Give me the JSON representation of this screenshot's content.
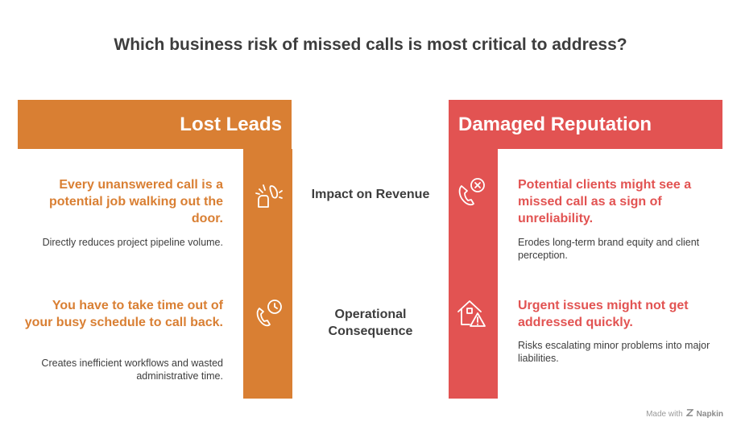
{
  "title": "Which business risk of missed calls is most critical to address?",
  "columns": {
    "left": {
      "header": "Lost Leads",
      "color": "#d97f33"
    },
    "right": {
      "header": "Damaged Reputation",
      "color": "#e25352"
    }
  },
  "rows": [
    {
      "label": "Impact on Revenue",
      "left": {
        "lead": "Every unanswered call is a potential job walking out the door.",
        "desc": "Directly reduces project pipeline volume.",
        "icon": "phone-ringing-icon"
      },
      "right": {
        "lead": "Potential clients might see a missed call as a sign of unreliability.",
        "desc": "Erodes long-term brand equity and client perception.",
        "icon": "missed-call-icon"
      }
    },
    {
      "label": "Operational Consequence",
      "left": {
        "lead": "You have to take time out of your busy schedule to call back.",
        "desc": "Creates inefficient workflows and wasted administrative time.",
        "icon": "phone-clock-icon"
      },
      "right": {
        "lead": "Urgent issues might not get addressed quickly.",
        "desc": "Risks escalating minor problems into major liabilities.",
        "icon": "house-warning-icon"
      }
    }
  ],
  "footer": {
    "prefix": "Made with",
    "brand": "Napkin"
  }
}
